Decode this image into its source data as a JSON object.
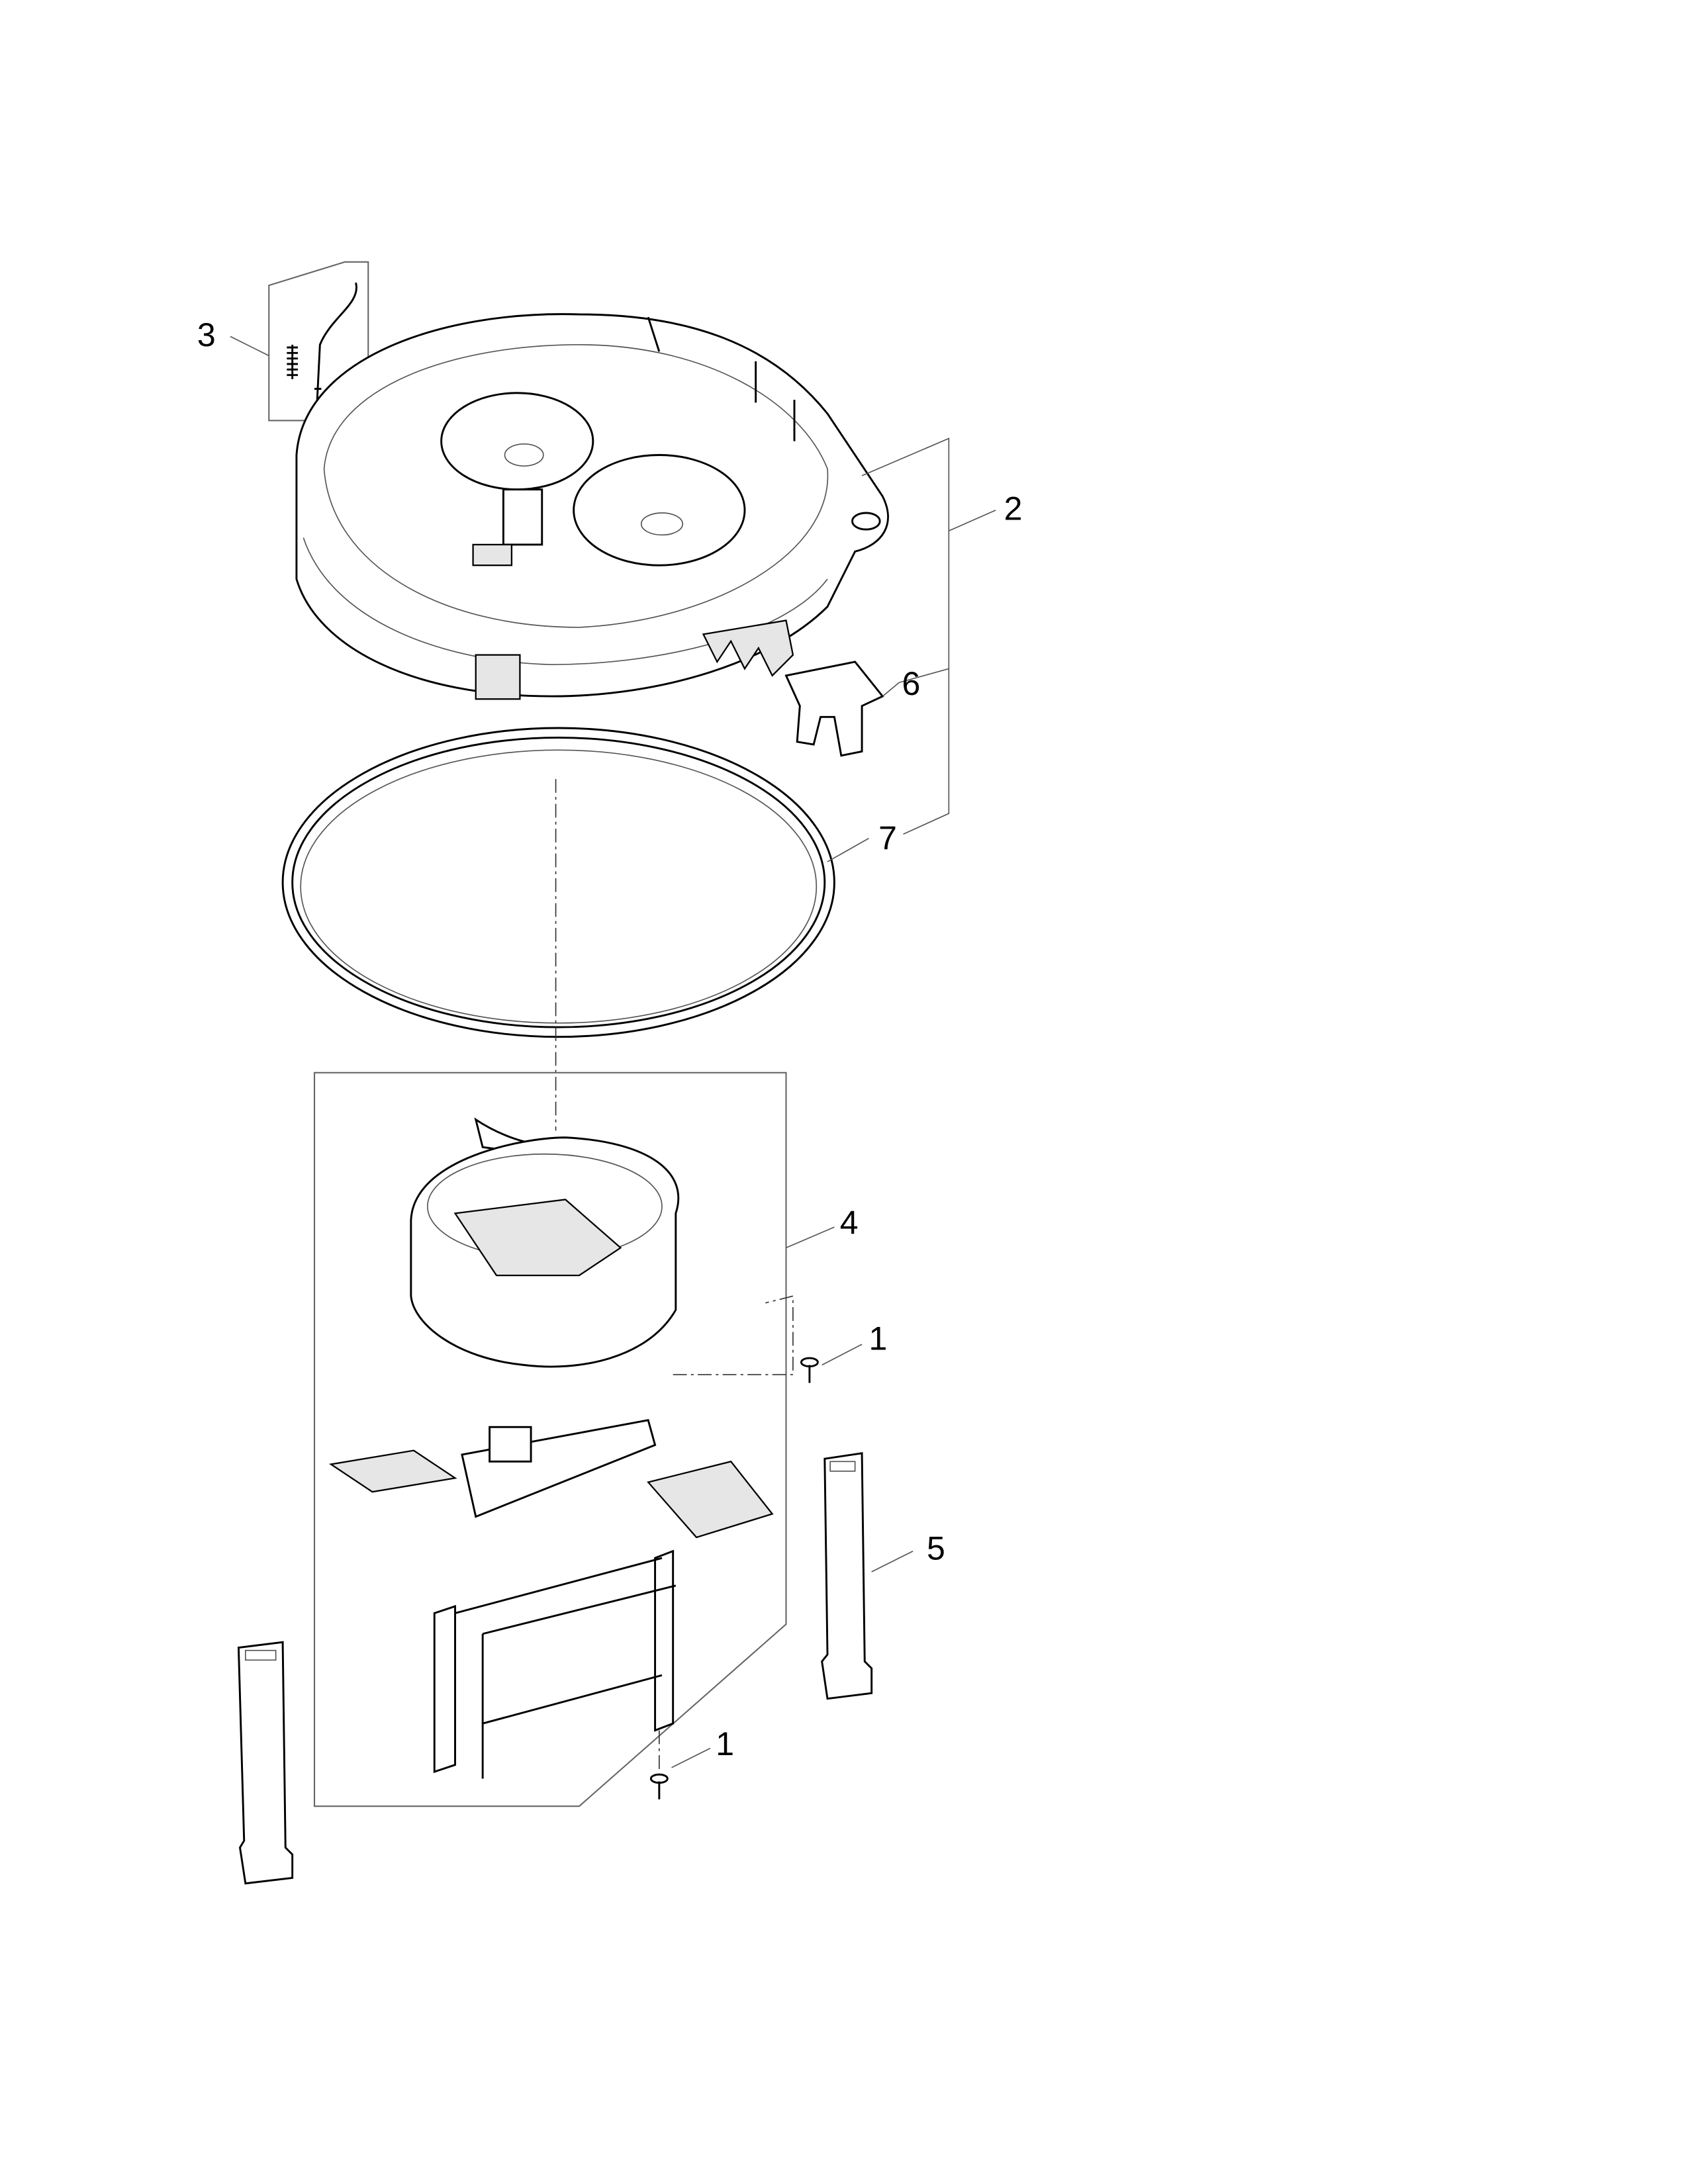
{
  "diagram": {
    "type": "exploded-parts-diagram",
    "callouts": [
      {
        "id": "screw-upper",
        "label": "1"
      },
      {
        "id": "housing-top",
        "label": "2"
      },
      {
        "id": "spring-kit",
        "label": "3"
      },
      {
        "id": "base-assembly",
        "label": "4"
      },
      {
        "id": "leg",
        "label": "5"
      },
      {
        "id": "clip",
        "label": "6"
      },
      {
        "id": "gasket",
        "label": "7"
      },
      {
        "id": "screw-lower",
        "label": "1"
      }
    ]
  }
}
